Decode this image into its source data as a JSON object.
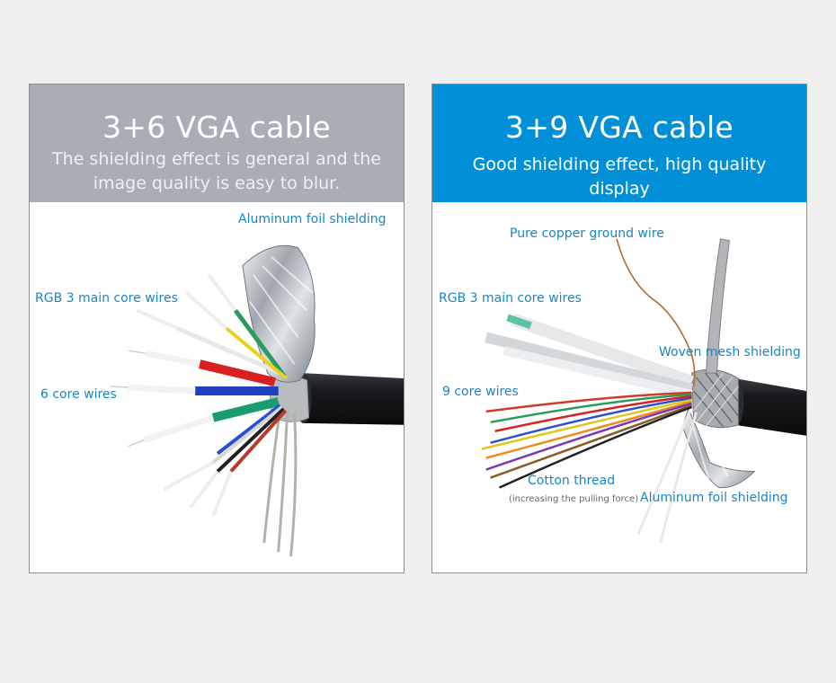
{
  "left": {
    "title": "3+6 VGA cable",
    "subtitle": "The shielding effect is general and the image quality is easy to blur.",
    "labels": {
      "foil": "Aluminum foil shielding",
      "rgb": "RGB 3 main core wires",
      "core": "6 core wires"
    }
  },
  "right": {
    "title": "3+9 VGA cable",
    "subtitle": "Good shielding effect, high quality display",
    "labels": {
      "copper": "Pure copper ground wire",
      "rgb": "RGB 3 main core wires",
      "mesh": "Woven mesh shielding",
      "core": "9 core wires",
      "cotton": "Cotton thread",
      "cotton_note": "(increasing the pulling force)",
      "foil": "Aluminum foil shielding"
    }
  },
  "colors": {
    "left_header": "#a9adb6",
    "right_header": "#0190d8",
    "label": "#1b84c7"
  }
}
